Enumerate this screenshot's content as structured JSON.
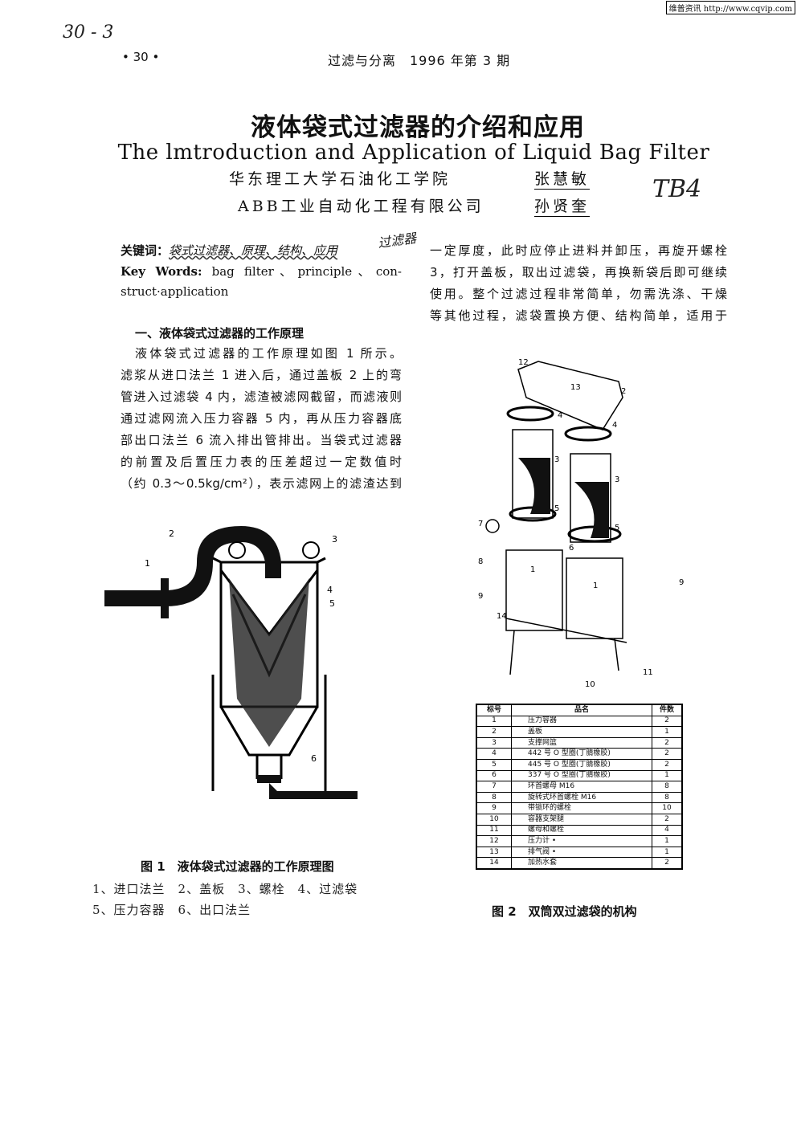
{
  "stamp": "维普资讯 http://www.cqvip.com",
  "handwriting": {
    "top_left": "30 - 3",
    "side_note": "TB4",
    "keyword_note": "过滤器"
  },
  "header": {
    "page_number": "• 30 •",
    "journal": "过滤与分离　1996 年第 3 期"
  },
  "title_cn": "液体袋式过滤器的介绍和应用",
  "title_en": "The lmtroduction and Application of Liquid Bag Filter",
  "authors": [
    {
      "affiliation": "华东理工大学石油化工学院",
      "name": "张慧敏"
    },
    {
      "affiliation": "ABB工业自动化工程有限公司",
      "name": "孙贤奎"
    }
  ],
  "keywords": {
    "label_cn": "关键词：",
    "text_cn": "袋式过滤器、原理、结构、应用",
    "label_en": "Key Words:",
    "line1_en": "bag filter、principle、con-",
    "line2_en": "struct·application"
  },
  "section1": {
    "heading": "一、液体袋式过滤器的工作原理",
    "lines": [
      "液体袋式过滤器的工作原理如图 1 所示。",
      "滤浆从进口法兰 1 进入后，通过盖板 2 上的弯",
      "管进入过滤袋 4 内，滤渣被滤网截留，而滤液则",
      "通过滤网流入压力容器 5 内，再从压力容器底",
      "部出口法兰 6 流入排出管排出。当袋式过滤器",
      "的前置及后置压力表的压差超过一定数值时",
      "（约 0.3～0.5kg/cm²），表示滤网上的滤渣达到"
    ]
  },
  "right_lines": [
    "一定厚度，此时应停止进料并卸压，再旋开螺栓",
    "3，打开盖板，取出过滤袋，再换新袋后即可继续",
    "使用。整个过滤过程非常简单，勿需洗涤、干燥",
    "等其他过程，滤袋置换方便、结构简单，适用于"
  ],
  "figure1": {
    "caption": "图 1　液体袋式过滤器的工作原理图",
    "legend_line1": "1、进口法兰　2、盖板　3、螺栓　4、过滤袋",
    "legend_line2": "5、压力容器　6、出口法兰",
    "labels": [
      "1",
      "2",
      "3",
      "4",
      "5",
      "6"
    ]
  },
  "figure2": {
    "caption": "图 2　双筒双过滤袋的机构",
    "labels": [
      "12",
      "13",
      "2",
      "4",
      "4",
      "3",
      "3",
      "5",
      "5",
      "7",
      "6",
      "8",
      "9",
      "9",
      "1",
      "1",
      "14",
      "11",
      "10"
    ]
  },
  "parts_table": {
    "headers": [
      "标号",
      "品名",
      "件数"
    ],
    "rows": [
      [
        "1",
        "压力容器",
        "2"
      ],
      [
        "2",
        "盖板",
        "1"
      ],
      [
        "3",
        "支撑网篮",
        "2"
      ],
      [
        "4",
        "442 号 O 型圈(丁腈橡胶)",
        "2"
      ],
      [
        "5",
        "445 号 O 型圈(丁腈橡胶)",
        "2"
      ],
      [
        "6",
        "337 号 O 型圈(丁腈橡胶)",
        "1"
      ],
      [
        "7",
        "环首螺母 M16",
        "8"
      ],
      [
        "8",
        "旋转式环首螺栓 M16",
        "8"
      ],
      [
        "9",
        "带锁环的螺栓",
        "10"
      ],
      [
        "10",
        "容器支架腿",
        "2"
      ],
      [
        "11",
        "螺母和螺栓",
        "4"
      ],
      [
        "12",
        "压力计 •",
        "1"
      ],
      [
        "13",
        "排气阀 •",
        "1"
      ],
      [
        "14",
        "加热水套",
        "2"
      ]
    ]
  }
}
